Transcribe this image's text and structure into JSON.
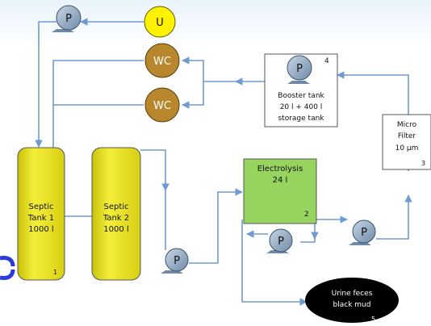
{
  "pump_label": "P",
  "urine_label": "U",
  "wc_label": "WC",
  "booster": {
    "lines": [
      "Booster tank",
      "20 l + 400 l",
      "storage tank"
    ],
    "number": "4"
  },
  "filter": {
    "lines": [
      "Micro",
      "Filter",
      "10 μm"
    ],
    "number": "3"
  },
  "electrolysis": {
    "lines": [
      "Electrolysis",
      "24 l"
    ],
    "number": "2"
  },
  "septic1": {
    "lines": [
      "Septic",
      "Tank 1",
      "1000 l"
    ],
    "number": "1"
  },
  "septic2": {
    "lines": [
      "Septic",
      "Tank 2",
      "1000 l"
    ]
  },
  "mud": {
    "lines": [
      "Urine feces",
      "black mud"
    ],
    "number": "5"
  },
  "colors": {
    "pipe": "#6f9bd1",
    "septic_fill": "#e8e02a",
    "electrolysis_fill": "#96d35f",
    "wc_fill": "#b8862c",
    "urine_fill": "#fff200",
    "pump_fill": "#9fb3c8",
    "mud_fill": "#000000"
  }
}
